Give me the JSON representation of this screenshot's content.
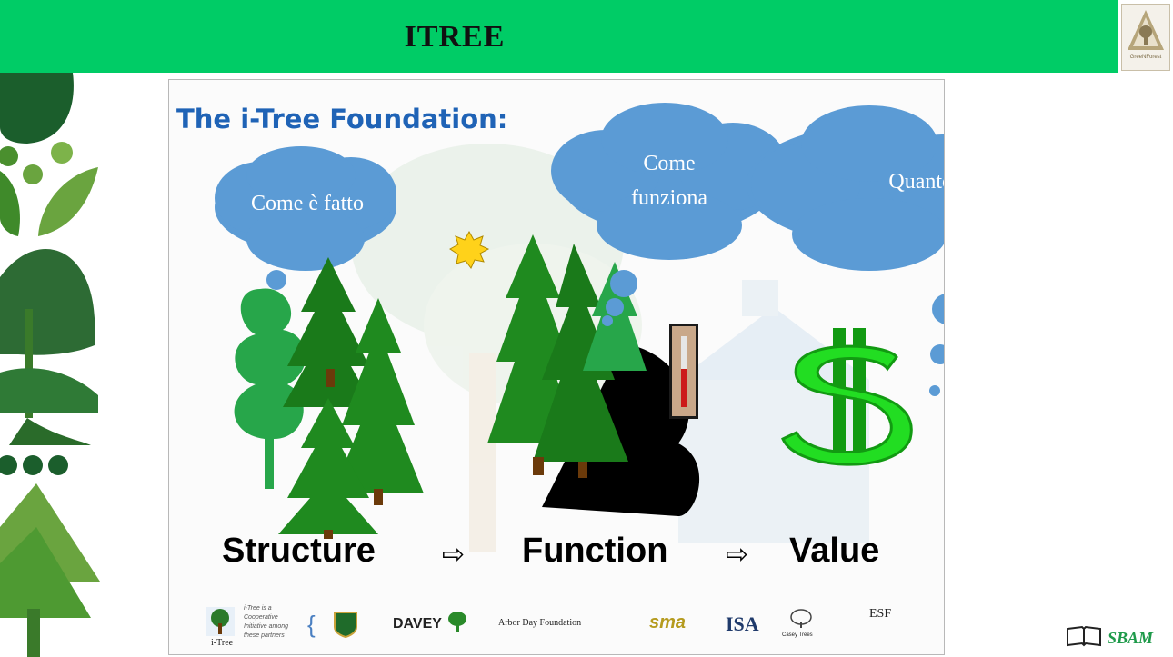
{
  "header": {
    "title": "ITREE",
    "logo_text": "GreeNForest"
  },
  "slide": {
    "title": "The i-Tree Foundation:",
    "bubbles": {
      "structure": "Come è fatto",
      "function_line1": "Come",
      "function_line2": "funziona",
      "value": "Quanto vale?"
    },
    "flow": {
      "structure": "Structure",
      "function": "Function",
      "value": "Value",
      "arrow": "⇨"
    },
    "partners": {
      "itree_label": "i-Tree",
      "blurb_1": "i-Tree is a",
      "blurb_2": "Cooperative",
      "blurb_3": "Initiative among",
      "blurb_4": "these partners",
      "davey": "DAVEY",
      "arbor": "Arbor Day Foundation",
      "sma": "sma",
      "isa": "ISA",
      "casey": "Casey Trees",
      "esf": "ESF"
    }
  },
  "footer": {
    "brand": "SBAM"
  },
  "colors": {
    "header": "#00cc66",
    "title_blue": "#1f63b6",
    "cloud": "#5b9bd5",
    "tree": "#1f8a1f",
    "dollar": "#22dd22"
  }
}
